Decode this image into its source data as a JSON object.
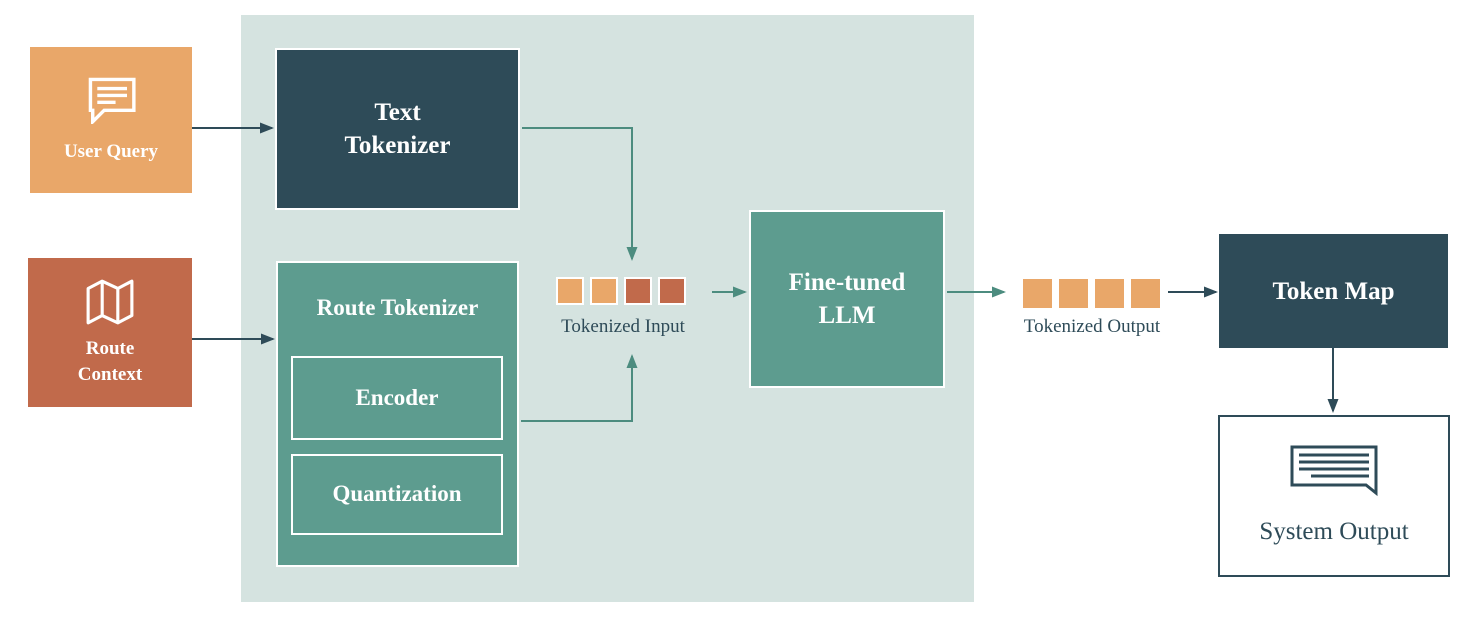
{
  "nodes": {
    "user_query": {
      "label": "User Query"
    },
    "route_context": {
      "label": "Route Context"
    },
    "text_tokenizer": {
      "label": "Text Tokenizer"
    },
    "route_tokenizer": {
      "label": "Route Tokenizer"
    },
    "encoder": {
      "label": "Encoder"
    },
    "quantization": {
      "label": "Quantization"
    },
    "fine_tuned_llm": {
      "label": "Fine-tuned LLM"
    },
    "token_map": {
      "label": "Token Map"
    },
    "system_output": {
      "label": "System Output"
    }
  },
  "labels": {
    "tokenized_input": "Tokenized Input",
    "tokenized_output": "Tokenized Output"
  },
  "tokens": {
    "input": [
      "orange",
      "orange",
      "terracotta",
      "terracotta"
    ],
    "output": [
      "orange",
      "orange",
      "orange",
      "orange"
    ]
  },
  "colors": {
    "orange": "#e9a769",
    "terracotta": "#c16a4b",
    "teal": "#5d9c8f",
    "navy": "#2e4b58",
    "panel": "#d5e3e0",
    "arrow_teal": "#4c8c7f"
  }
}
